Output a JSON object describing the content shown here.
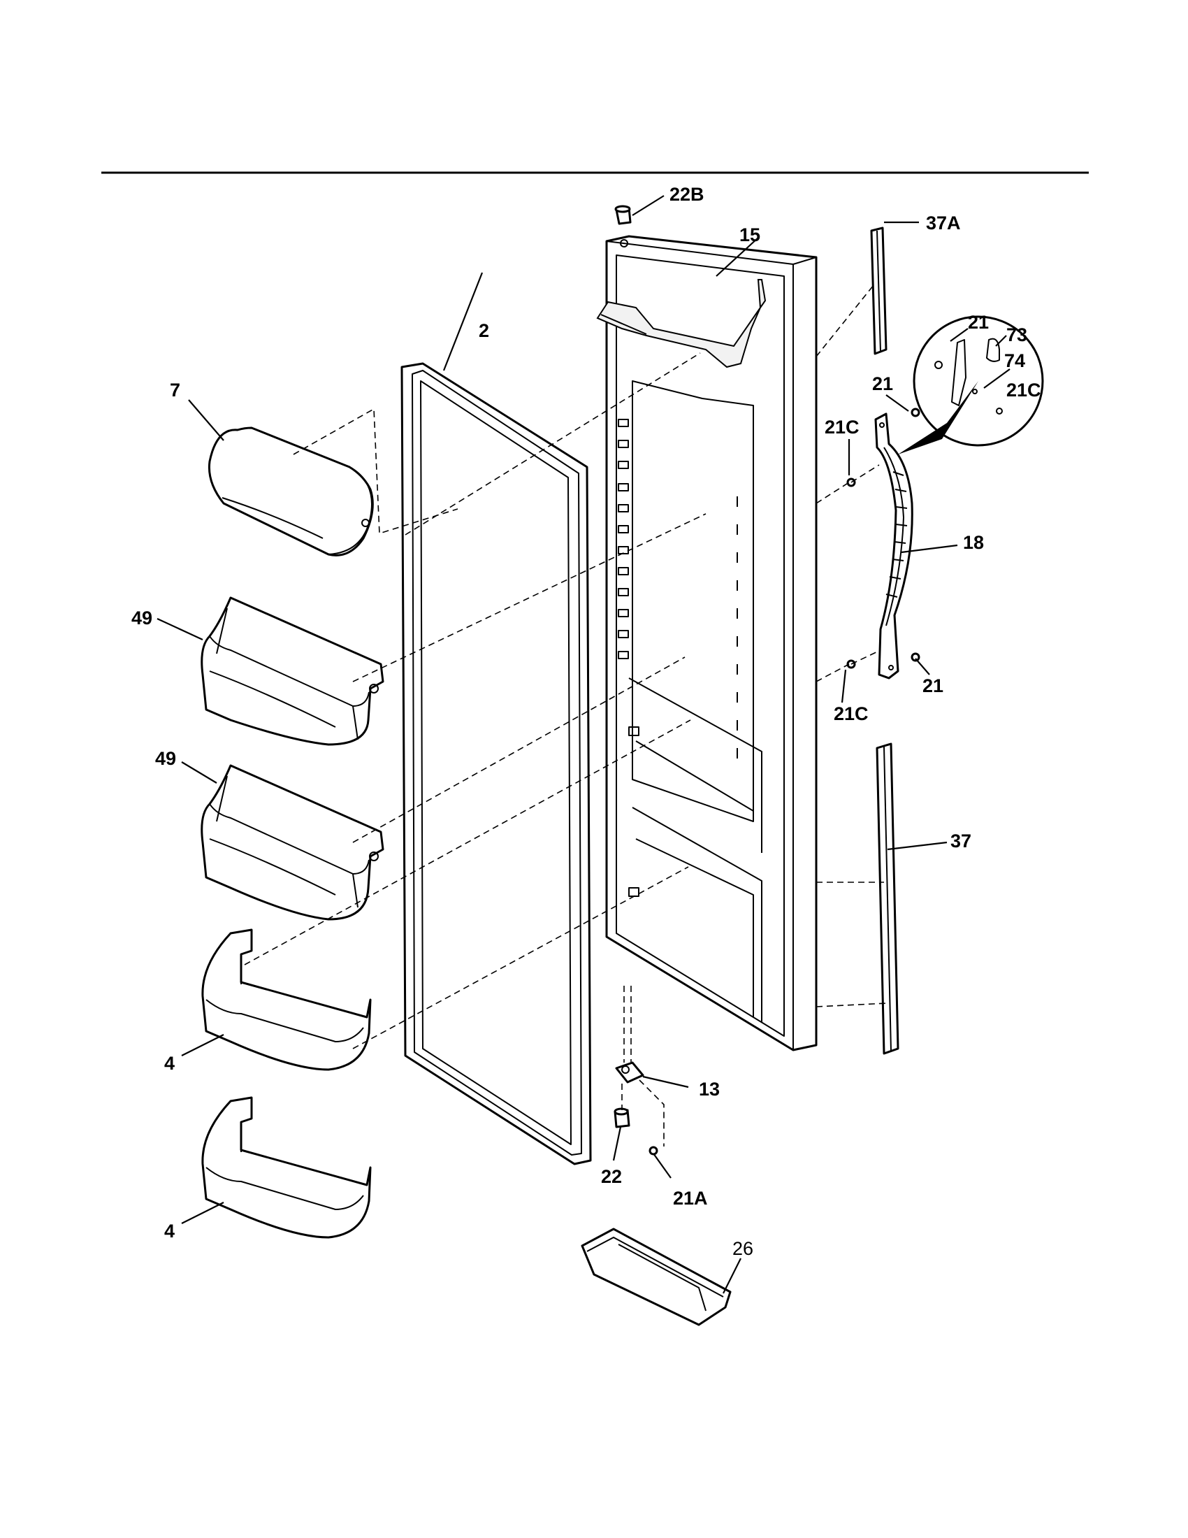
{
  "callouts": {
    "c22b": "22B",
    "c15": "15",
    "c37a": "37A",
    "c2": "2",
    "c21_detail": "21",
    "c73": "73",
    "c74": "74",
    "c7": "7",
    "c21_top": "21",
    "c21c_detail": "21C",
    "c21c_left": "21C",
    "c18": "18",
    "c49_upper": "49",
    "c21_bottom": "21",
    "c21c_bottom": "21C",
    "c49_lower": "49",
    "c37": "37",
    "c4_upper": "4",
    "c13": "13",
    "c22": "22",
    "c21a": "21A",
    "c4_lower": "4",
    "c26": "26"
  },
  "colors": {
    "line": "#000000",
    "background": "#ffffff"
  }
}
